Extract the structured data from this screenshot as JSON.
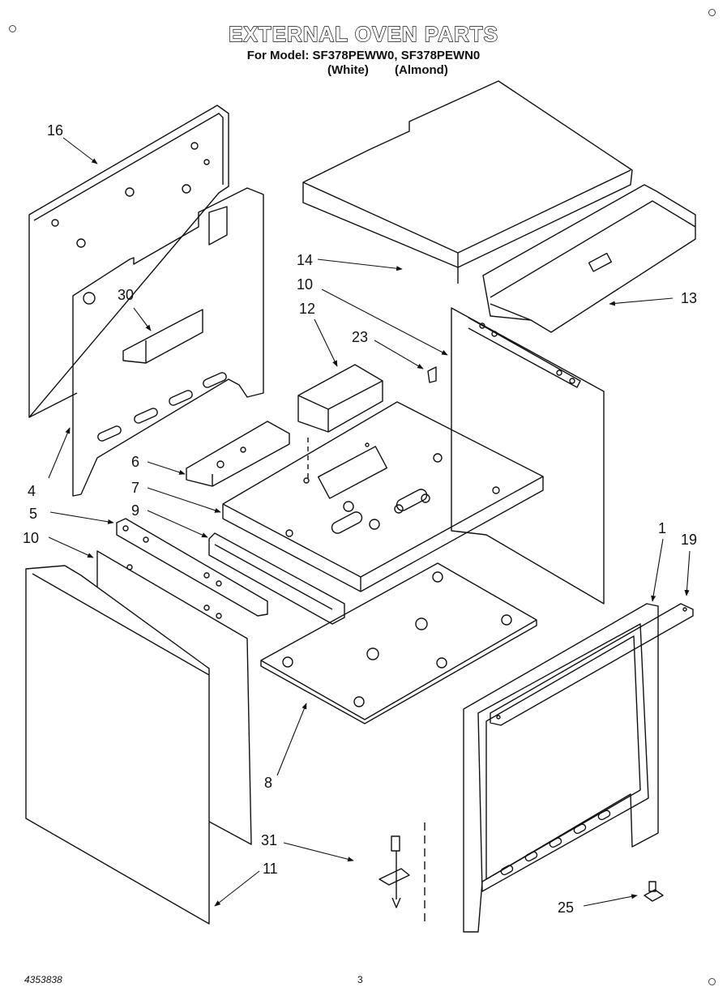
{
  "header": {
    "title": "EXTERNAL OVEN PARTS",
    "subtitle": "For Model: SF378PEWW0, SF378PEWN0",
    "variant_white": "(White)",
    "variant_almond": "(Almond)"
  },
  "callouts": {
    "c1": "1",
    "c4": "4",
    "c5": "5",
    "c6": "6",
    "c7": "7",
    "c8": "8",
    "c9": "9",
    "c10a": "10",
    "c10b": "10",
    "c11": "11",
    "c12": "12",
    "c13": "13",
    "c14": "14",
    "c16": "16",
    "c19": "19",
    "c23": "23",
    "c25": "25",
    "c30": "30",
    "c31": "31"
  },
  "footer": {
    "doc_number": "4353838",
    "page": "3"
  }
}
